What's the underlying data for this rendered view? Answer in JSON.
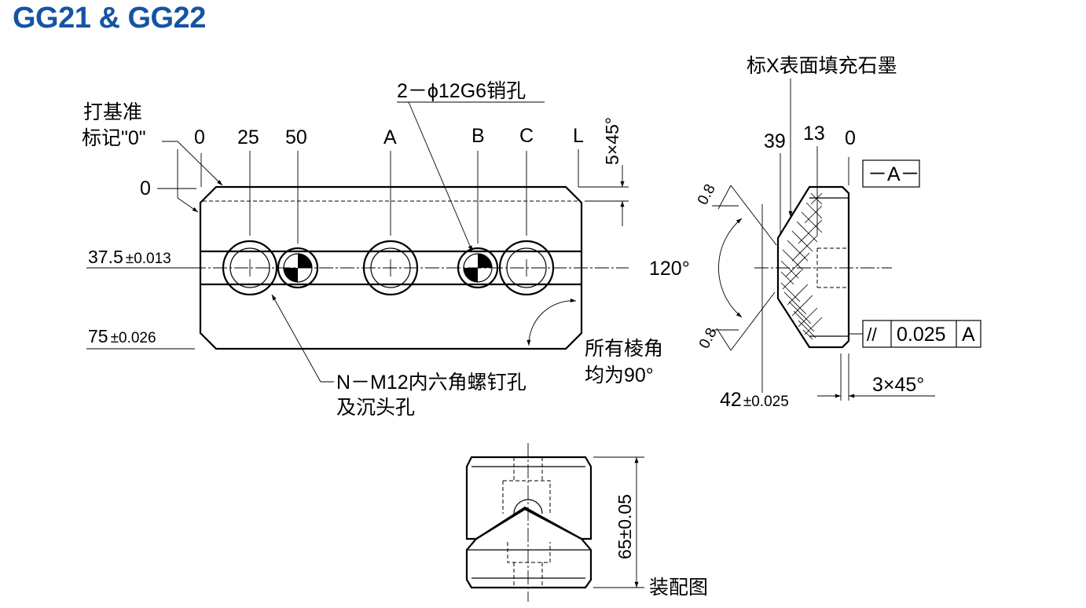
{
  "title": "GG21 & GG22",
  "labels": {
    "mark_zero_line1": "打基准",
    "mark_zero_line2": "标记\"0\"",
    "pin_holes": "2－ϕ12G6销孔",
    "screw_holes_line1": "N－M12内六角螺钉孔",
    "screw_holes_line2": "及沉头孔",
    "all_corners_line1": "所有棱角",
    "all_corners_line2": "均为90°",
    "graphite": "标X表面填充石墨",
    "assembly": "装配图"
  },
  "front_view": {
    "ticks": [
      "0",
      "25",
      "50",
      "A",
      "B",
      "C",
      "L"
    ],
    "zero_left": "0",
    "dim_375": "37.5",
    "tol_375": "±0.013",
    "dim_75": "75",
    "tol_75": "±0.026",
    "chamfer_top": "5×45°"
  },
  "side_view": {
    "dim_39": "39",
    "dim_13": "13",
    "dim_0": "0",
    "datum": "－A－",
    "angle": "120°",
    "rough_top": "0.8",
    "rough_bottom": "0.8",
    "parallel_symbol": "//",
    "parallel_value": "0.025",
    "parallel_datum": "A",
    "dim_42": "42",
    "tol_42": "±0.025",
    "chamfer": "3×45°"
  },
  "assembly_view": {
    "height": "65±0.05"
  },
  "colors": {
    "title": "#1554a4",
    "line": "#000000"
  }
}
